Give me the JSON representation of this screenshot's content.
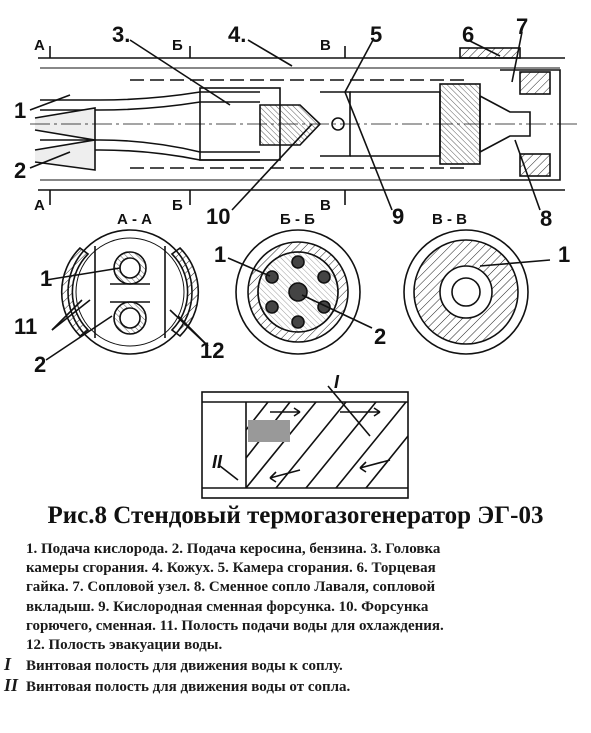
{
  "figure": {
    "callouts": {
      "c1": "1",
      "c2": "2",
      "c3": "3.",
      "c4": "4.",
      "c5": "5",
      "c6": "6",
      "c7": "7",
      "c8": "8",
      "c9": "9",
      "c10": "10",
      "sa1": "1",
      "sa2": "2",
      "sa11": "11",
      "sa12": "12",
      "sb1": "1",
      "sb2": "2",
      "sv1": "1"
    },
    "section_marks": {
      "a_top": "А",
      "a_bot": "А",
      "b_top": "Б",
      "b_bot": "Б",
      "v_top": "В",
      "v_bot": "В"
    },
    "section_titles": {
      "aa": "А - А",
      "bb": "Б - Б",
      "vv": "В - В"
    },
    "detail_marks": {
      "m1": "I",
      "m2": "II"
    }
  },
  "caption": {
    "title": "Рис.8 Стендовый термогазогенератор ЭГ-03",
    "lines": [
      "1. Подача кислорода.  2. Подача керосина, бензина.  3. Головка",
      "камеры сгорания.  4. Кожух.  5. Камера сгорания.  6. Торцевая",
      "гайка.  7. Сопловой узел.  8. Сменное сопло Лаваля, сопловой",
      "вкладыш.  9. Кислородная сменная форсунка.  10. Форсунка",
      "горючего, сменная.  11. Полость подачи воды для охлаждения.",
      "12. Полость эвакуации воды."
    ],
    "symbol_lines": [
      {
        "mark": "I",
        "text": "Винтовая полость для движения воды к соплу."
      },
      {
        "mark": "II",
        "text": "Винтовая полость для движения воды от сопла."
      }
    ]
  }
}
